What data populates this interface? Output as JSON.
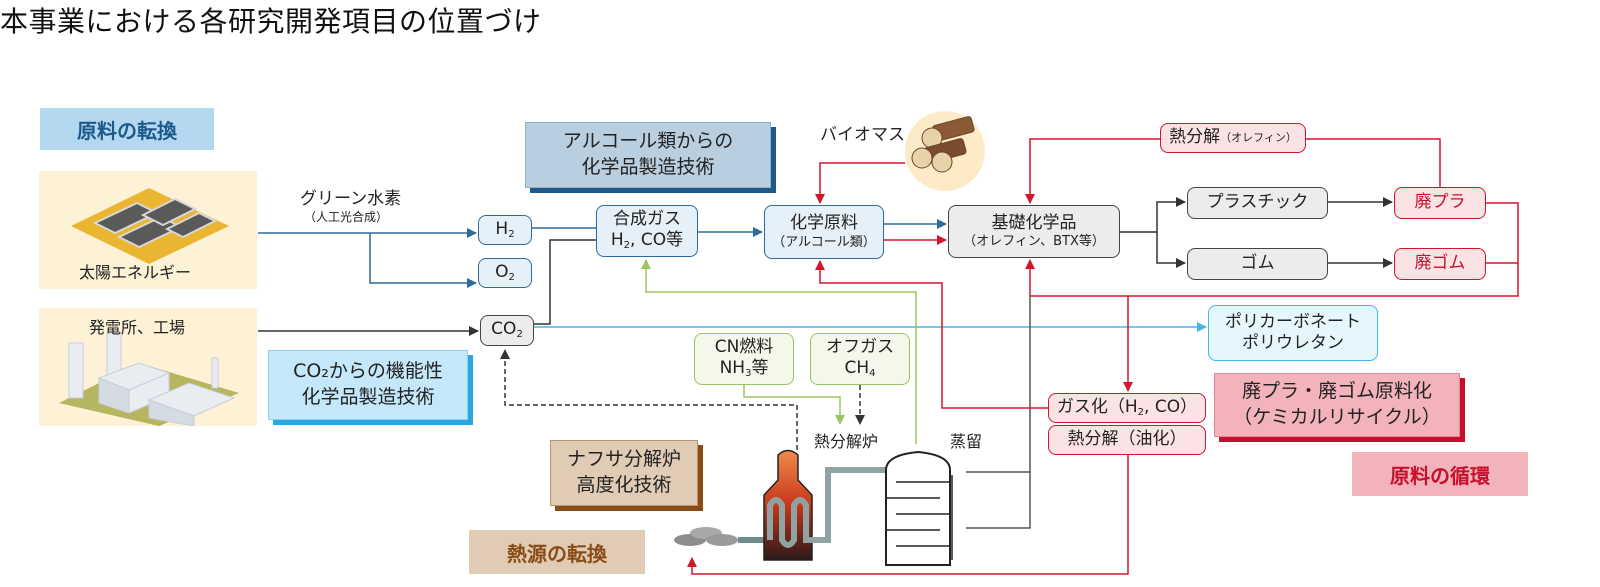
{
  "title": "本事業における各研究開発項目の位置づけ",
  "sections": {
    "feedstock_conversion": "原料の転換",
    "feedstock_circulation": "原料の循環",
    "heat_source_conversion": "熱源の転換"
  },
  "tech_boxes": {
    "alcohol": [
      "アルコール類からの",
      "化学品製造技術"
    ],
    "co2": [
      "CO₂からの機能性",
      "化学品製造技術"
    ],
    "naphtha": [
      "ナフサ分解炉",
      "高度化技術"
    ],
    "recycle": [
      "廃プラ・廃ゴム原料化",
      "（ケミカルリサイクル）"
    ]
  },
  "sources": {
    "solar": "太陽エネルギー",
    "plant": "発電所、工場",
    "biomass": "バイオマス"
  },
  "labels": {
    "green_h2": "グリーン水素",
    "artificial_photosynthesis": "（人工光合成）",
    "cracker": "熱分解炉",
    "distillation": "蒸留"
  },
  "nodes": {
    "h2": {
      "main": "H",
      "sub": "2"
    },
    "o2": {
      "main": "O",
      "sub": "2"
    },
    "co2": {
      "main": "CO",
      "sub": "2"
    },
    "syngas": {
      "line1": "合成ガス",
      "line2_a": "H",
      "line2_sub": "2",
      "line2_b": ", CO等"
    },
    "chem_feed": {
      "line1": "化学原料",
      "line2": "（アルコール類）"
    },
    "basic_chem": {
      "line1": "基礎化学品",
      "line2": "（オレフィン、BTX等）"
    },
    "plastic": "プラスチック",
    "rubber": "ゴム",
    "waste_plastic": "廃プラ",
    "waste_rubber": "廃ゴム",
    "pyrolysis_olefin": {
      "main": "熱分解",
      "small": "（オレフィン）"
    },
    "gasification": {
      "a": "ガス化（H",
      "sub": "2",
      "b": ", CO）"
    },
    "pyrolysis_oil": "熱分解（油化）",
    "cn_fuel": {
      "line1": "CN燃料",
      "line2_a": "NH",
      "line2_sub": "3",
      "line2_b": "等"
    },
    "offgas": {
      "line1": "オフガス",
      "line2_a": "CH",
      "line2_sub": "4"
    },
    "polymers": {
      "line1": "ポリカーボネート",
      "line2": "ポリウレタン"
    }
  },
  "colors": {
    "blue_flow": "#2d6c9a",
    "red_flow": "#d0172b",
    "black_flow": "#333333",
    "green_flow": "#9bc561",
    "cyan_flow": "#45b6e6",
    "section_blue_bg": "#b3d8ef",
    "section_red_bg": "#f2b3ba",
    "section_brown_bg": "#e0cbb5"
  }
}
